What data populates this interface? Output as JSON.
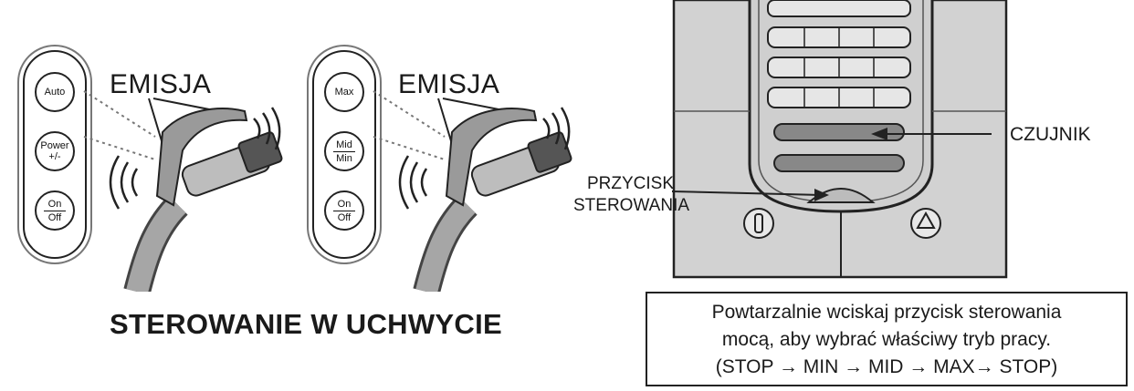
{
  "panel_left": {
    "callout": "EMISJA",
    "buttons": [
      {
        "top": "Auto",
        "bottom": ""
      },
      {
        "top": "Power",
        "bottom": "+/-"
      },
      {
        "top": "On",
        "bottom": "Off"
      }
    ]
  },
  "panel_middle": {
    "callout": "EMISJA",
    "buttons": [
      {
        "top": "Max",
        "bottom": ""
      },
      {
        "top": "Mid",
        "bottom": "Min"
      },
      {
        "top": "On",
        "bottom": "Off"
      }
    ]
  },
  "handle_title": "STEROWANIE W UCHWYCIE",
  "device_labels": {
    "sensor": "CZUJNIK",
    "control_button_line1": "PRZYCISK",
    "control_button_line2": "STEROWANIA"
  },
  "instructions": {
    "line1": "Powtarzalnie wciskaj przycisk sterowania",
    "line2": "mocą, aby wybrać właściwy tryb pracy.",
    "line3": "(STOP → MIN → MID → MAX→ STOP)"
  },
  "colors": {
    "ink": "#1a1a1a",
    "panel_gray": "#d4d4d4",
    "handle_gray": "#9a9a9a"
  },
  "icons": [
    "remote-button-icon",
    "signal-wave-icon",
    "power-icon",
    "recycle-icon"
  ]
}
